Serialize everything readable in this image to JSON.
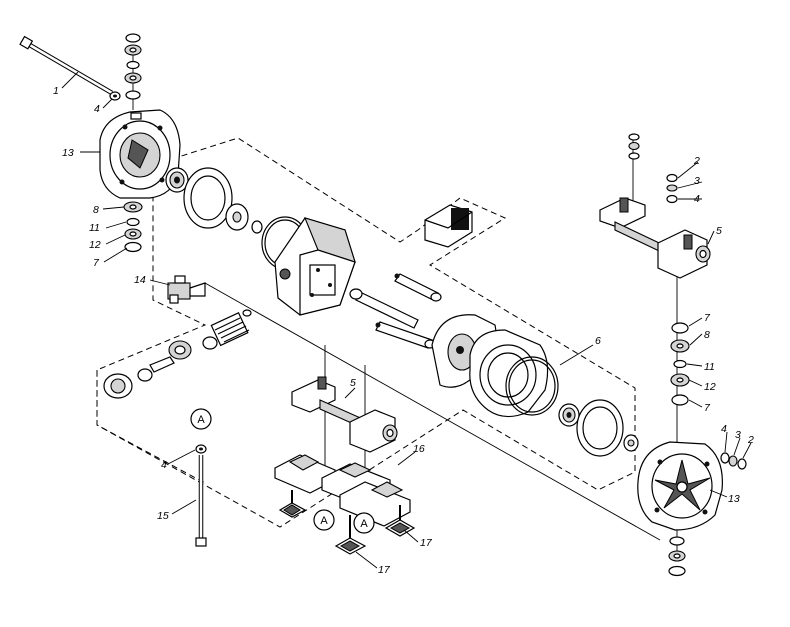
{
  "diagram": {
    "part_labels": {
      "p1": "1",
      "p2": "2",
      "p3": "3",
      "p4": "4",
      "p5": "5",
      "p6": "6",
      "p7": "7",
      "p8": "8",
      "p11": "11",
      "p12": "12",
      "p13": "13",
      "p14": "14",
      "p15": "15",
      "p16": "16",
      "p17": "17"
    },
    "callout_letter": "A"
  }
}
